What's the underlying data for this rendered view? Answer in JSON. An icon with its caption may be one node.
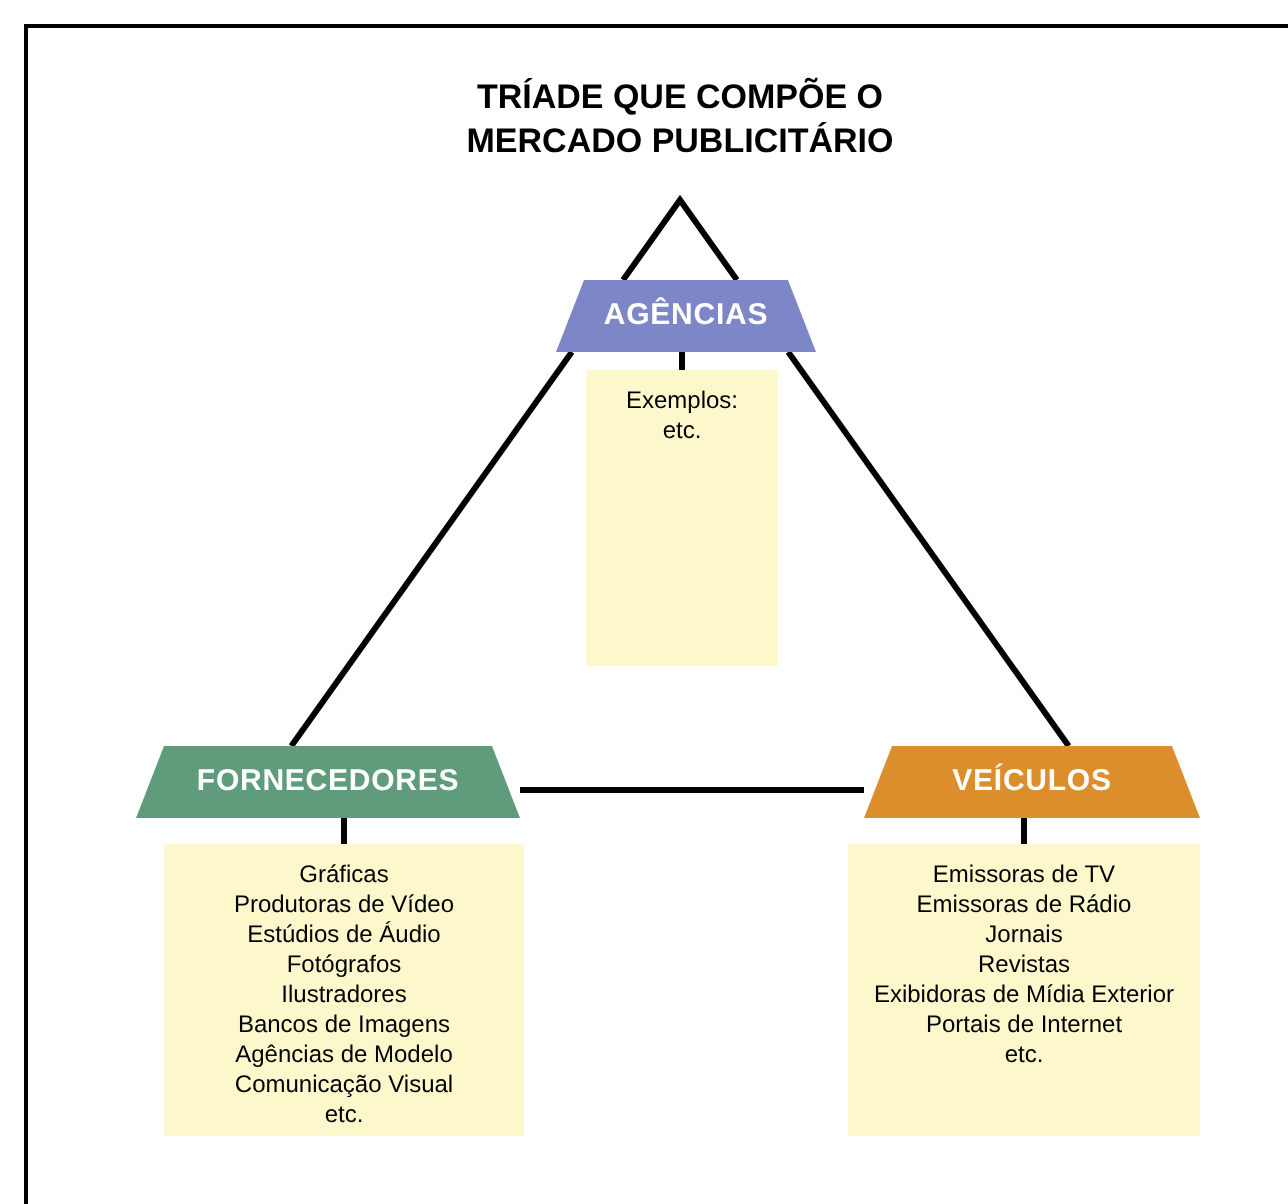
{
  "diagram": {
    "title": "TRÍADE QUE COMPÕE O MERCADO PUBLICITÁRIO",
    "nodes": [
      {
        "text": [
          "AGÊNCIAS"
        ]
      },
      {
        "text": [
          "Exemplos:",
          "etc."
        ]
      },
      {
        "text": [
          "FORNECEDORES"
        ]
      },
      {
        "text": [
          "Gráficas",
          "Produtoras de Vídeo",
          "Estúdios de Áudio",
          "Fotógrafos",
          "Ilustradores",
          "Bancos de Imagens",
          "Agências de Modelo",
          "Comunicação Visual",
          "etc."
        ]
      },
      {
        "text": [
          "VEÍCULOS"
        ]
      },
      {
        "text": [
          "Emissoras de TV",
          "Emissoras de Rádio",
          "Jornais",
          "Revistas",
          "Exibidoras de Mídia Exterior",
          "Portais de Internet",
          "etc."
        ]
      }
    ],
    "edges": [
      {
        "from": 0,
        "to": 2,
        "arrow": "none"
      },
      {
        "from": 0,
        "to": 4,
        "arrow": "none"
      },
      {
        "from": 2,
        "to": 4,
        "arrow": "none"
      },
      {
        "from": 0,
        "to": 1,
        "arrow": "none"
      },
      {
        "from": 2,
        "to": 3,
        "arrow": "none"
      },
      {
        "from": 4,
        "to": 5,
        "arrow": "none"
      }
    ]
  }
}
